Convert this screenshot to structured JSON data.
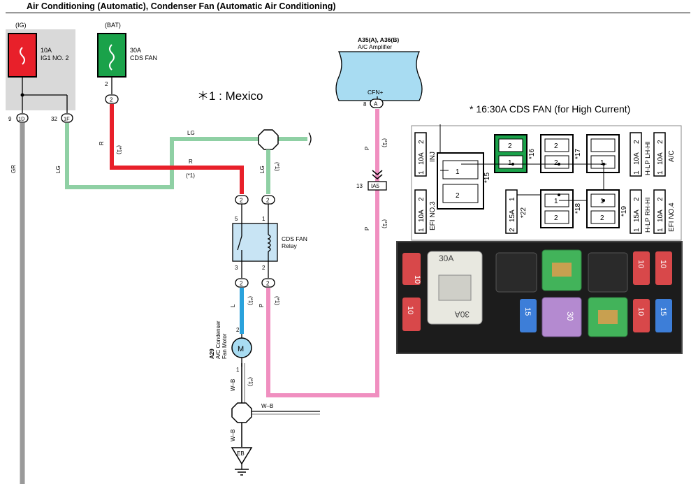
{
  "title": "Air Conditioning (Automatic), Condenser Fan (Automatic Air Conditioning)",
  "colors": {
    "ig_fuse": "#e8202a",
    "bat_fuse": "#1aa24a",
    "wire_lg": "#8fd0a4",
    "wire_r": "#e8202a",
    "wire_gr": "#9a9a9a",
    "wire_l": "#2aa2dc",
    "wire_p": "#f08fc0",
    "ig_box": "#d9d9d9",
    "amp": "#a8dcf2",
    "relay": "#c8e4f4"
  },
  "ig": {
    "source": "(IG)",
    "fuse_amp": "10A",
    "fuse_name": "IG1 NO. 2",
    "conn1_pin": "9",
    "conn1_id": "1D",
    "conn2_pin": "32",
    "conn2_id": "1F",
    "wire_gr": "GR",
    "wire_lg": "LG"
  },
  "bat": {
    "source": "(BAT)",
    "fuse_amp": "30A",
    "fuse_name": "CDS FAN",
    "pin": "2",
    "conn": "2"
  },
  "note_mexico": "＊1 : Mexico",
  "wires": {
    "r": "R",
    "lg": "LG",
    "p": "P",
    "l": "L",
    "wb": "W–B",
    "star1": "(*1)"
  },
  "amp": {
    "ref": "A35(A), A36(B)",
    "name": "A/C Amplifier",
    "term": "CFN+",
    "pin": "8",
    "conn": "A"
  },
  "junction": {
    "pin": "13",
    "id": "IA5"
  },
  "relay": {
    "name1": "CDS FAN",
    "name2": "Relay",
    "pin5": "5",
    "pin1": "1",
    "pin3": "3",
    "pin2": "2",
    "conn": "2"
  },
  "motor": {
    "ref": "A29",
    "name1": "A/C Condenser",
    "name2": "Fan Motor",
    "m": "M",
    "pin2": "2",
    "pin1": "1"
  },
  "ground": {
    "id": "EB"
  },
  "fusebox": {
    "header": "* 16:30A CDS FAN (for High Current)",
    "inj": "INJ",
    "ac": "A/C",
    "efi3": "EFI NO.3",
    "efi4": "EFI NO.4",
    "hlplh": "H-LP LH-HI",
    "hlprh": "H-LP RH-HI",
    "f10a": "10A",
    "f15a": "15A",
    "one": "1",
    "two": "2",
    "s15": "*15",
    "s16": "*16",
    "s17": "*17",
    "s18": "*18",
    "s19": "*19",
    "s22": "*22"
  },
  "photo": {
    "f10": "10",
    "f30a": "30A",
    "f15": "15",
    "f30": "30"
  }
}
